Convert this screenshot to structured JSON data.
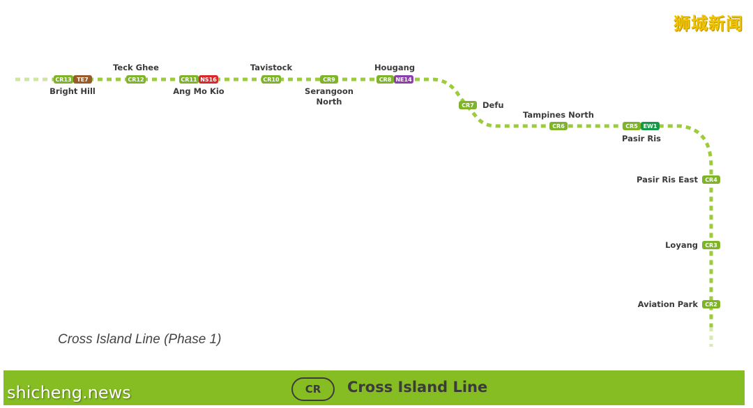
{
  "watermark_top": "狮城新闻",
  "watermark_bottom": "shicheng.news",
  "map_title": "Cross Island Line (Phase 1)",
  "line_bar": {
    "badge": "CR",
    "name": "Cross Island Line"
  },
  "colors": {
    "line": "#9ccb3b",
    "cr_badge": "#7fb32a",
    "te_badge": "#9a5b2a",
    "ns_badge": "#d8282b",
    "ne_badge": "#8b3fa8",
    "ew_badge": "#159a48"
  },
  "stations": {
    "cr13": {
      "name": "Bright Hill",
      "code": "CR13",
      "interchange": "TE7"
    },
    "cr12": {
      "name": "Teck Ghee",
      "code": "CR12"
    },
    "cr11": {
      "name": "Ang Mo Kio",
      "code": "CR11",
      "interchange": "NS16"
    },
    "cr10": {
      "name": "Tavistock",
      "code": "CR10"
    },
    "cr9": {
      "name_line1": "Serangoon",
      "name_line2": "North",
      "code": "CR9"
    },
    "cr8": {
      "name": "Hougang",
      "code": "CR8",
      "interchange": "NE14"
    },
    "cr7": {
      "name": "Defu",
      "code": "CR7"
    },
    "cr6": {
      "name": "Tampines North",
      "code": "CR6"
    },
    "cr5": {
      "name": "Pasir Ris",
      "code": "CR5",
      "interchange": "EW1"
    },
    "cr4": {
      "name": "Pasir Ris East",
      "code": "CR4"
    },
    "cr3": {
      "name": "Loyang",
      "code": "CR3"
    },
    "cr2": {
      "name": "Aviation Park",
      "code": "CR2"
    }
  }
}
